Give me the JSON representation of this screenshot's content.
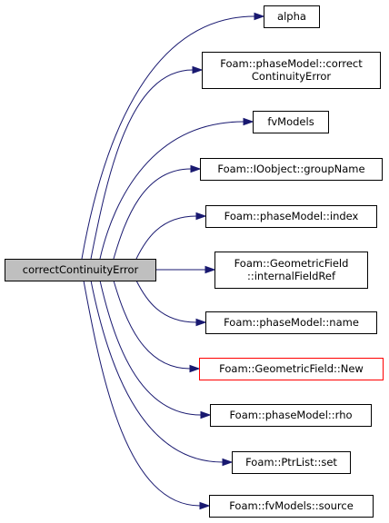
{
  "graph": {
    "edge_color": "#191970",
    "root": {
      "label": "correctContinuityError",
      "fill": "#bfbfbf"
    },
    "nodes": [
      {
        "id": "alpha",
        "lines": [
          "alpha"
        ]
      },
      {
        "id": "phasemodel-correct-continuity-error",
        "lines": [
          "Foam::phaseModel::correct",
          "ContinuityError"
        ]
      },
      {
        "id": "fvmodels",
        "lines": [
          "fvModels"
        ]
      },
      {
        "id": "ioobject-groupname",
        "lines": [
          "Foam::IOobject::groupName"
        ]
      },
      {
        "id": "phasemodel-index",
        "lines": [
          "Foam::phaseModel::index"
        ]
      },
      {
        "id": "geometricfield-internalfieldref",
        "lines": [
          "Foam::GeometricField",
          "::internalFieldRef"
        ]
      },
      {
        "id": "phasemodel-name",
        "lines": [
          "Foam::phaseModel::name"
        ]
      },
      {
        "id": "geometricfield-new",
        "lines": [
          "Foam::GeometricField::New"
        ],
        "border": "#ff0000"
      },
      {
        "id": "phasemodel-rho",
        "lines": [
          "Foam::phaseModel::rho"
        ]
      },
      {
        "id": "ptrlist-set",
        "lines": [
          "Foam::PtrList::set"
        ]
      },
      {
        "id": "fvmodels-source",
        "lines": [
          "Foam::fvModels::source"
        ]
      }
    ]
  }
}
